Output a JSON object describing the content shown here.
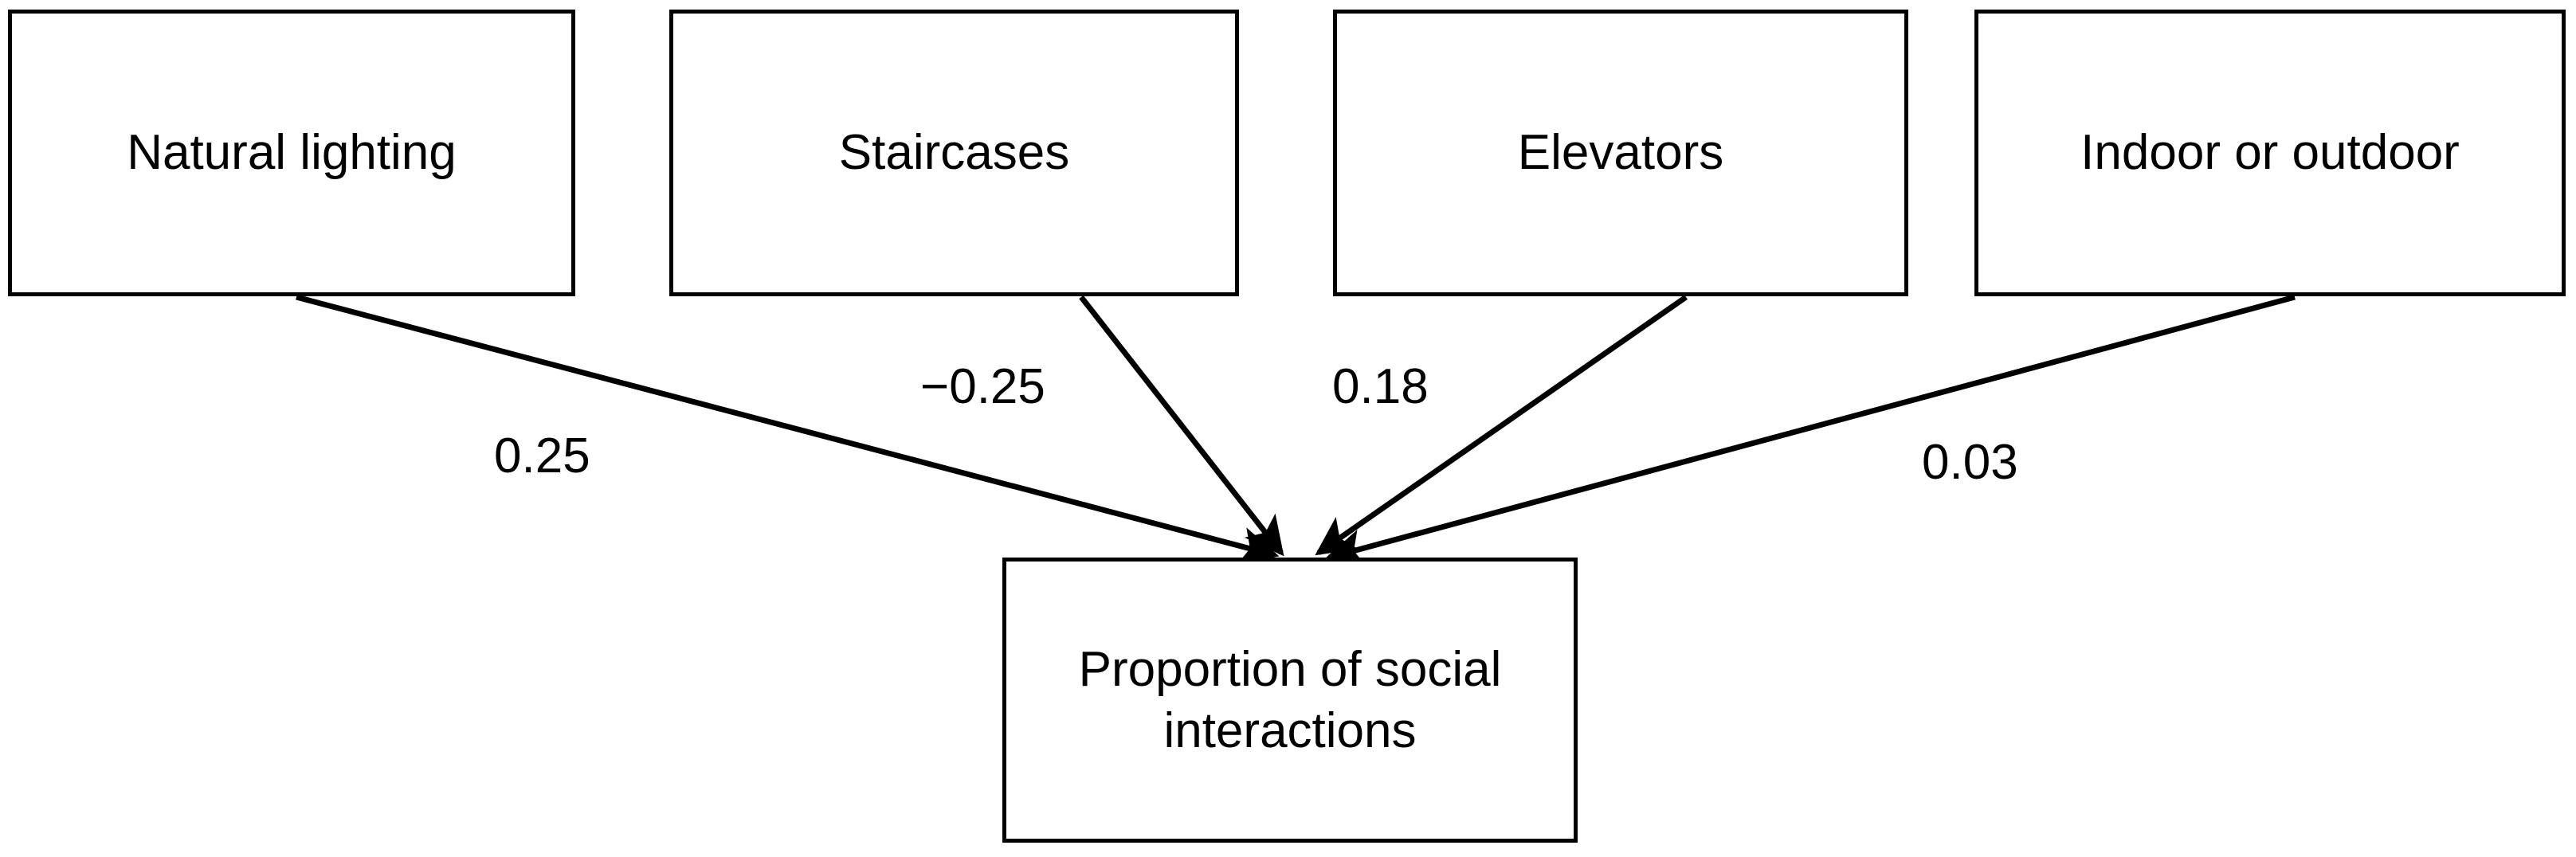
{
  "diagram": {
    "type": "path-diagram",
    "title": "",
    "background_color": "#ffffff",
    "line_color": "#000000",
    "text_color": "#000000",
    "outcome": {
      "id": "proportion-of-social-interactions",
      "label": "Proportion of social\ninteractions"
    },
    "predictors": [
      {
        "id": "natural-lighting",
        "label": "Natural lighting",
        "coefficient": "0.25"
      },
      {
        "id": "staircases",
        "label": "Staircases",
        "coefficient": "−0.25"
      },
      {
        "id": "elevators",
        "label": "Elevators",
        "coefficient": "0.18"
      },
      {
        "id": "indoor-or-outdoor",
        "label": "Indoor or outdoor",
        "coefficient": "0.03"
      }
    ]
  },
  "chart_data": {
    "type": "diagram",
    "title": "",
    "categories": [
      "Natural lighting",
      "Staircases",
      "Elevators",
      "Indoor or outdoor"
    ],
    "values": [
      0.25,
      -0.25,
      0.18,
      0.03
    ],
    "value_labels": [
      "0.25",
      "−0.25",
      "0.18",
      "0.03"
    ],
    "target": "Proportion of social interactions",
    "xlabel": "",
    "ylabel": "",
    "legend": []
  }
}
